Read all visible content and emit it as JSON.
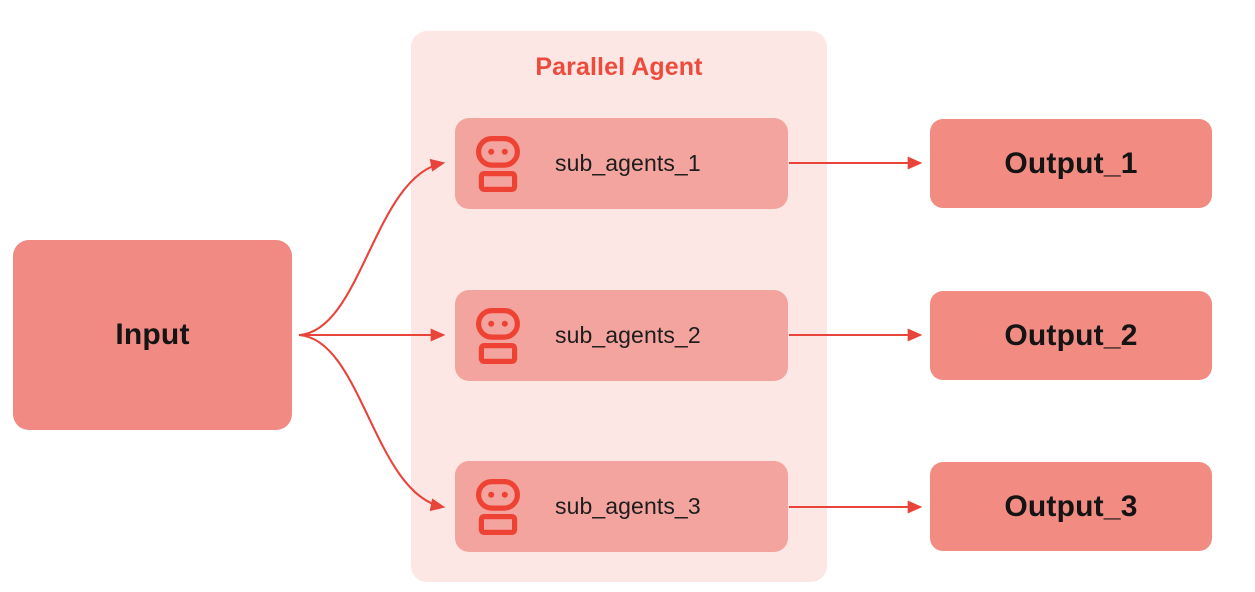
{
  "diagram": {
    "title_visible": false,
    "input": {
      "label": "Input"
    },
    "panel": {
      "title": "Parallel Agent"
    },
    "sub_agents": [
      {
        "label": "sub_agents_1",
        "icon": "robot-icon"
      },
      {
        "label": "sub_agents_2",
        "icon": "robot-icon"
      },
      {
        "label": "sub_agents_3",
        "icon": "robot-icon"
      }
    ],
    "outputs": [
      {
        "label": "Output_1"
      },
      {
        "label": "Output_2"
      },
      {
        "label": "Output_3"
      }
    ],
    "colors": {
      "background": "#FFFFFF",
      "panel_fill": "#FCE7E4",
      "panel_title": "#EE4B3C",
      "input_fill": "#F08A82",
      "subagent_fill": "#F3A49E",
      "output_fill": "#F28B82",
      "arrow": "#E8443A",
      "icon": "#EE4234",
      "node_text": "#141414"
    }
  }
}
